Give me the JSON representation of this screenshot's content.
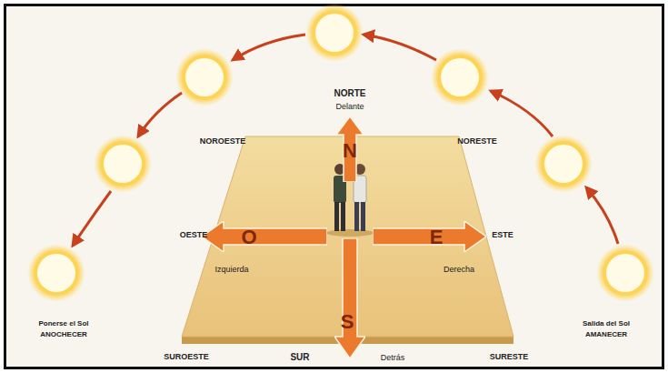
{
  "diagram": {
    "nodes": [
      {
        "text": [
          "N"
        ]
      },
      {
        "text": [
          "O"
        ]
      },
      {
        "text": [
          "E"
        ]
      },
      {
        "text": [
          "S"
        ]
      }
    ],
    "labels": [
      "NORTE",
      "Delante",
      "NOROESTE",
      "NORESTE",
      "OESTE",
      "Izquierda",
      "ESTE",
      "Derecha",
      "SUROESTE",
      "SURESTE",
      "SUR",
      "Detrás",
      "Ponerse el Sol",
      "ANOCHECER",
      "Salida del Sol",
      "AMANECER"
    ]
  }
}
